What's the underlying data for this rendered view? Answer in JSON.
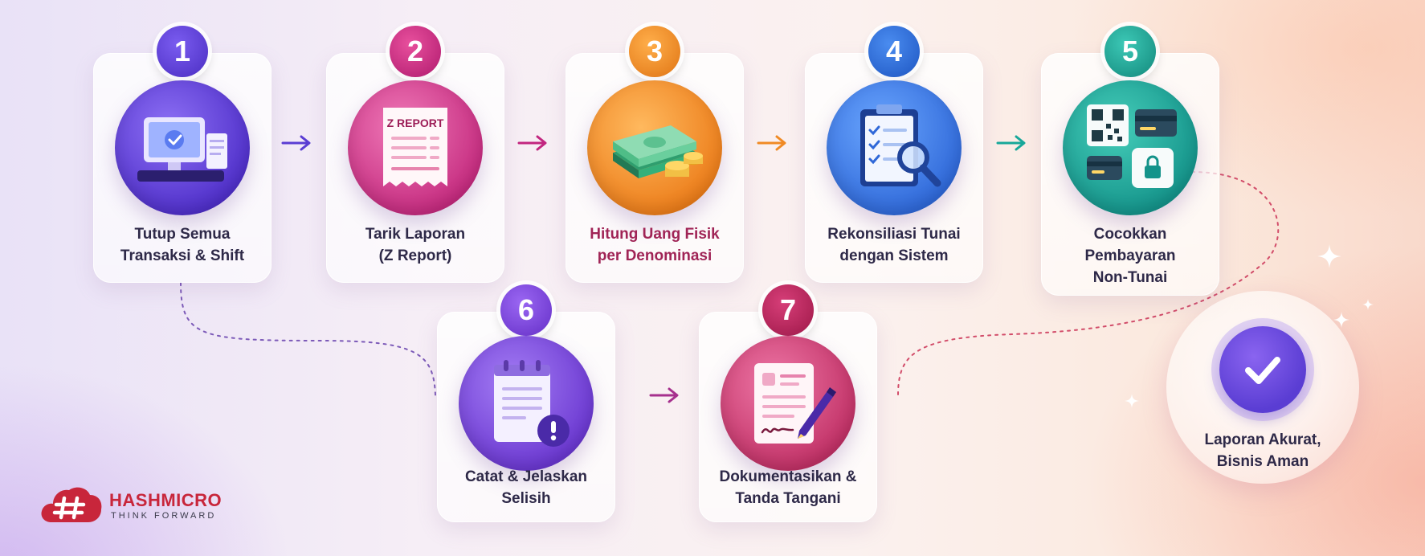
{
  "steps": [
    {
      "number": "1",
      "line1": "Tutup Semua",
      "line2": "Transaksi & Shift",
      "icon": "pos-terminal-icon",
      "color": "#5a3dd3"
    },
    {
      "number": "2",
      "line1": "Tarik Laporan",
      "line2": "(Z Report)",
      "icon": "z-report-icon",
      "icon_text": "Z REPORT",
      "color": "#c2267f"
    },
    {
      "number": "3",
      "line1": "Hitung Uang Fisik",
      "line2": "per Denominasi",
      "icon": "cash-stack-icon",
      "color": "#f08a24"
    },
    {
      "number": "4",
      "line1": "Rekonsiliasi Tunai",
      "line2": "dengan Sistem",
      "icon": "clipboard-search-icon",
      "color": "#2d6fd6"
    },
    {
      "number": "5",
      "line1": "Cocokkan",
      "line2": "Pembayaran",
      "line3": "Non-Tunai",
      "icon": "qr-card-payment-icon",
      "color": "#18a89a"
    },
    {
      "number": "6",
      "line1": "Catat & Jelaskan",
      "line2": "Selisih",
      "icon": "notepad-alert-icon",
      "color": "#7a3fd0"
    },
    {
      "number": "7",
      "line1": "Dokumentasikan &",
      "line2": "Tanda Tangani",
      "icon": "document-signature-icon",
      "color": "#b5265a"
    }
  ],
  "result": {
    "line1": "Laporan Akurat,",
    "line2": "Bisnis Aman",
    "icon": "check-circle-icon"
  },
  "brand": {
    "name": "HASHMICRO",
    "tagline": "THINK FORWARD",
    "icon": "hashmicro-cloud-logo"
  }
}
